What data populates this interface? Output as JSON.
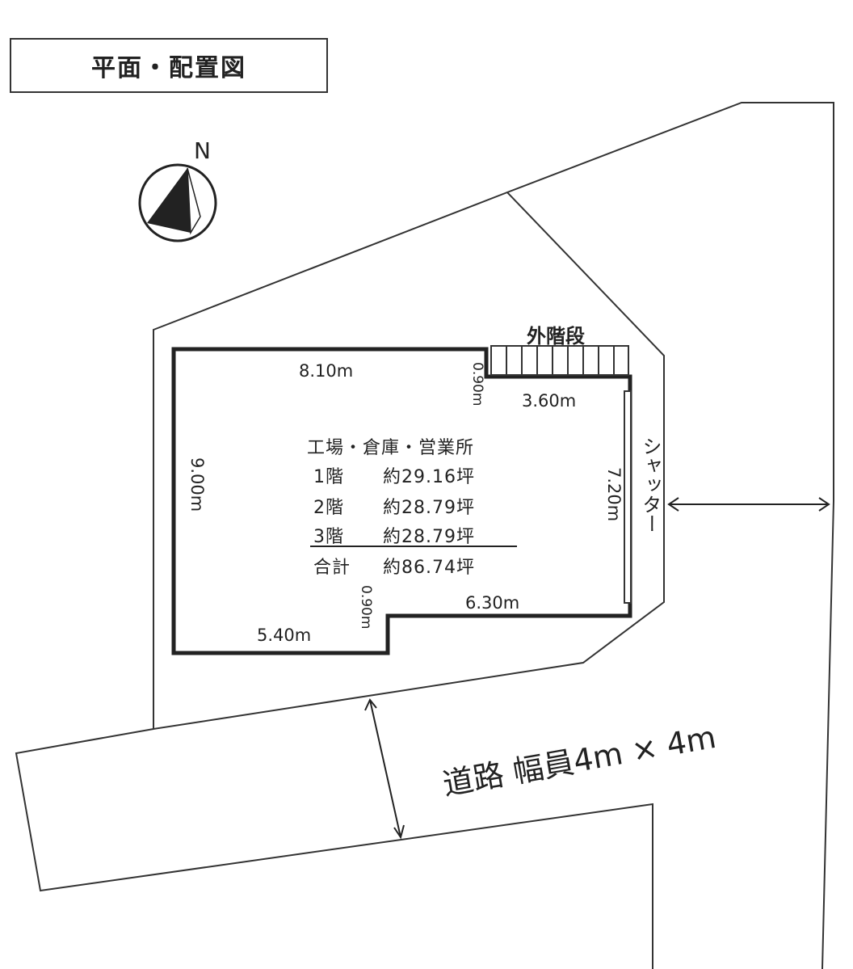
{
  "title": "平面・配置図",
  "north_label": "N",
  "stairs_label": "外階段",
  "shutter_label": "シャッター",
  "dimensions": {
    "top_width": "8.10m",
    "notch_top": "0.90m",
    "right_top": "3.60m",
    "left_height": "9.00m",
    "right_height": "7.20m",
    "bottom_right": "6.30m",
    "notch_bottom": "0.90m",
    "bottom_left": "5.40m"
  },
  "building": {
    "use": "工場・倉庫・営業所",
    "floors": [
      {
        "floor": "1階",
        "area": "約29.16坪"
      },
      {
        "floor": "2階",
        "area": "約28.79坪"
      },
      {
        "floor": "3階",
        "area": "約28.79坪"
      }
    ],
    "total_label": "合計",
    "total_area": "約86.74坪"
  },
  "road_label": "道路 幅員4m × 4m"
}
